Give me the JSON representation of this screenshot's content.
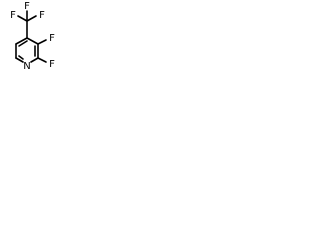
{
  "molecule": {
    "atoms": {
      "cf3_f_top": "F",
      "cf3_f_left": "F",
      "cf3_f_right": "F",
      "ring_f_3": "F",
      "ring_f_2": "F",
      "ring_n": "N"
    },
    "colors": {
      "bond": "#000000",
      "label": "#000000",
      "background": "#ffffff"
    }
  }
}
